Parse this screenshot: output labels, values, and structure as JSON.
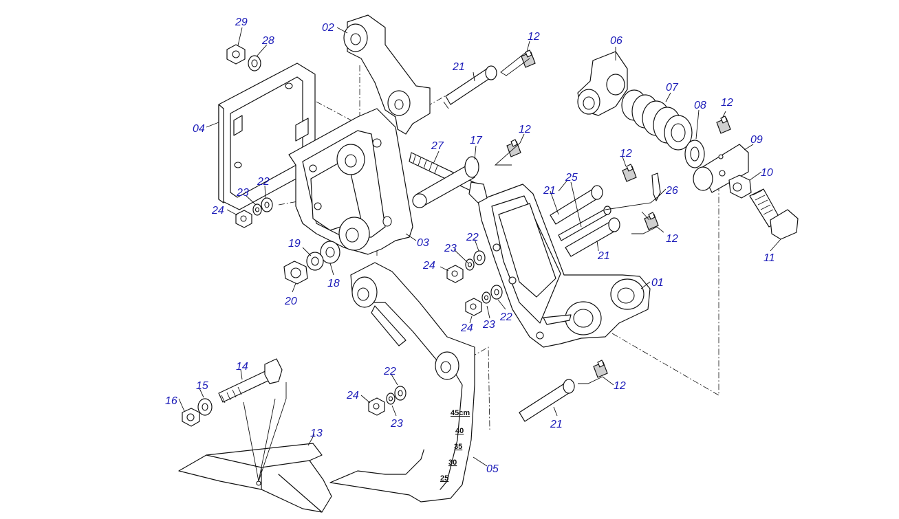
{
  "callouts": {
    "c01": "01",
    "c02": "02",
    "c03": "03",
    "c04": "04",
    "c05": "05",
    "c06": "06",
    "c07": "07",
    "c08": "08",
    "c09": "09",
    "c10": "10",
    "c11": "11",
    "c12": "12",
    "c13": "13",
    "c14": "14",
    "c15": "15",
    "c16": "16",
    "c17": "17",
    "c18": "18",
    "c19": "19",
    "c20": "20",
    "c21": "21",
    "c22": "22",
    "c23": "23",
    "c24": "24",
    "c25": "25",
    "c26": "26",
    "c27": "27",
    "c28": "28",
    "c29": "29"
  },
  "shank_scale": {
    "marks": [
      "45cm",
      "40",
      "35",
      "30",
      "25"
    ]
  },
  "colors": {
    "callout": "#1a1ab8",
    "line": "#111111"
  }
}
